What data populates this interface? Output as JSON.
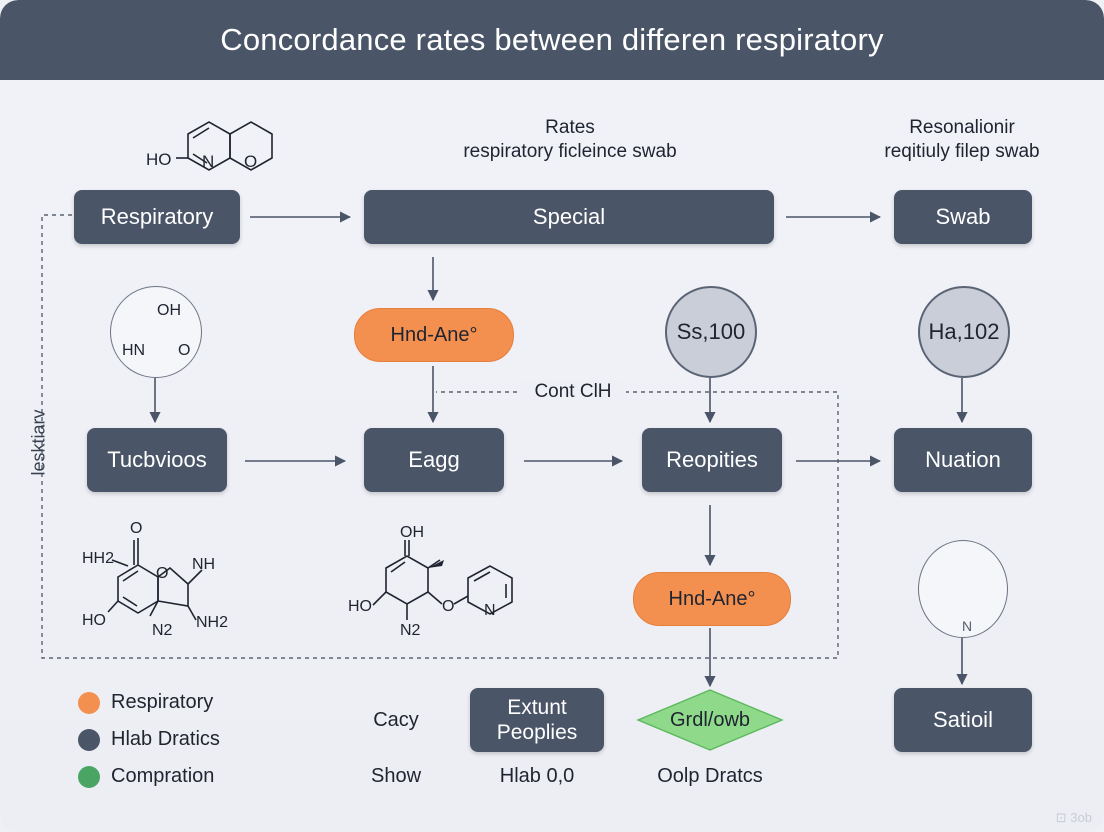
{
  "title": "Concordance rates between differen respiratory",
  "top_labels": {
    "center_line1": "Rates",
    "center_line2": "respiratory ficleince swab",
    "right_line1": "Resonalionir",
    "right_line2": "reqitiuly filep swab"
  },
  "nodes": {
    "respiratory": "Respiratory",
    "special": "Special",
    "swab": "Swab",
    "tucbvioos": "Tucbvioos",
    "eagg": "Eagg",
    "reopities": "Reopities",
    "nuation": "Nuation",
    "satioil": "Satioil",
    "extunt_line1": "Extunt",
    "extunt_line2": "Peoplies"
  },
  "pills": {
    "hnd_ane_top": "Hnd-Ane°",
    "hnd_ane_bottom": "Hnd-Ane°"
  },
  "circles": {
    "ss100": "Ss,100",
    "ha102": "Ha,102"
  },
  "diamond": "Grdl/owb",
  "connector_label": "Cont ClH",
  "side_label": "lesktiarv",
  "bottom_texts": {
    "cacy": "Cacy",
    "show": "Show",
    "hlab": "Hlab 0,0",
    "oolp": "Oolp Dratcs"
  },
  "chem_labels": {
    "ho_1": "HO",
    "n_1": "N",
    "o_1": "O",
    "oh_2": "OH",
    "hn_2": "HN",
    "o_2": "O",
    "hh2_3": "HH2",
    "o_3a": "O",
    "o_3b": "O",
    "nh_3": "NH",
    "ho_3": "HO",
    "n2_3": "N2",
    "nh2_3": "NH2",
    "oh_4": "OH",
    "ho_4": "HO",
    "n2_4": "N2",
    "o_4": "O",
    "n_4": "N",
    "n_5": "N"
  },
  "legend": [
    {
      "label": "Respiratory",
      "color": "#f4904f"
    },
    {
      "label": "Hlab Dratics",
      "color": "#4b5568"
    },
    {
      "label": "Compration",
      "color": "#4aa564"
    }
  ],
  "watermark": "⊡ 3ob",
  "colors": {
    "header": "#4a5568",
    "node": "#4b5568",
    "accent_orange": "#f4904f",
    "accent_green": "#8fd98a"
  }
}
